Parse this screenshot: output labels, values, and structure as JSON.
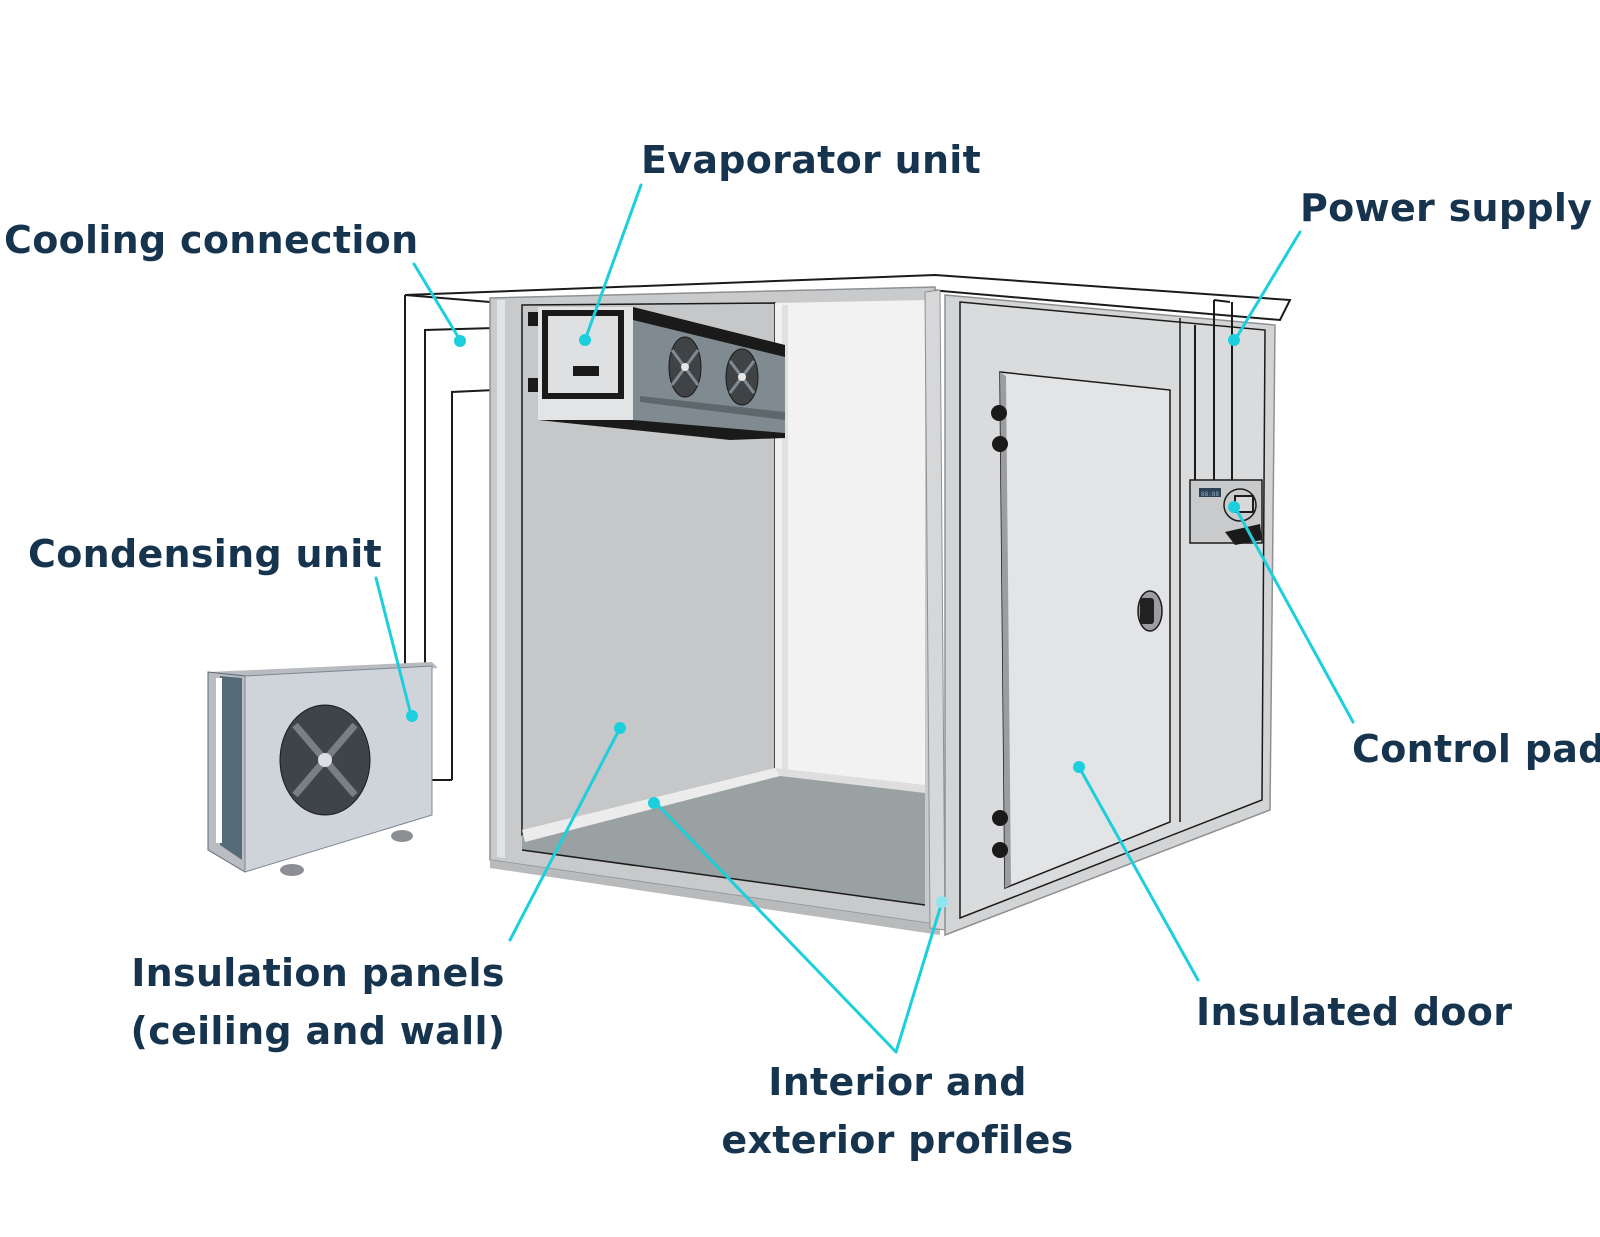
{
  "diagram": {
    "title": "Cold room components",
    "accent_color": "#1ccfdc",
    "text_color": "#17344f",
    "labels": {
      "evaporator": "Evaporator unit",
      "cooling_connection": "Cooling connection",
      "power_supply": "Power supply",
      "condensing_unit": "Condensing unit",
      "control_pad": "Control pad",
      "insulation_line1": "Insulation panels",
      "insulation_line2": "(ceiling and wall)",
      "insulated_door": "Insulated door",
      "profiles_line1": "Interior and",
      "profiles_line2": "exterior profiles"
    },
    "control_display_text": "88:88"
  }
}
